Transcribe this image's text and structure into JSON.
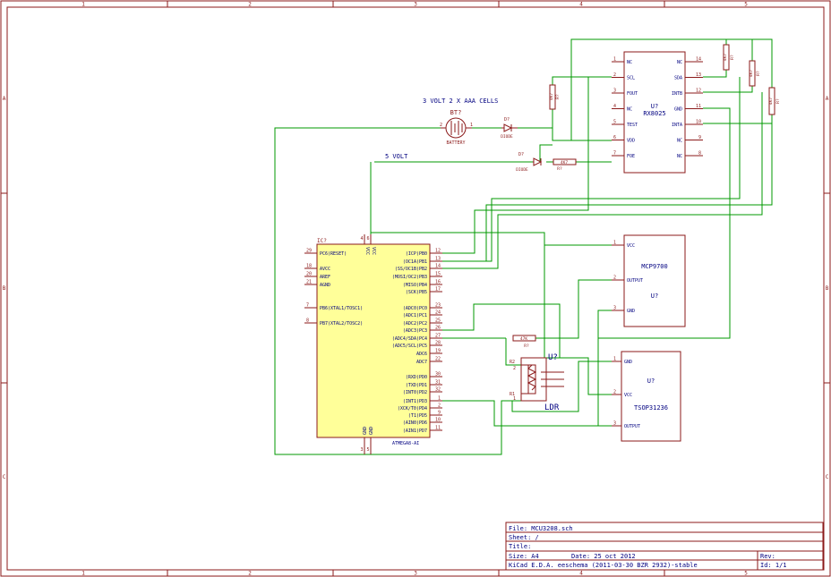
{
  "frame": {
    "columns": [
      "1",
      "2",
      "3",
      "4",
      "5"
    ],
    "rows": [
      "A",
      "B",
      "C"
    ]
  },
  "colors": {
    "frame": "#8b1a1a",
    "wire": "#009900",
    "text": "#000080",
    "ic_fill": "#ffff99"
  },
  "labels": {
    "battery_note": "3 VOLT 2 X AAA CELLS",
    "five_volt": "5 VOLT"
  },
  "battery": {
    "ref": "BT?",
    "value": "BATTERY",
    "pin1": "1",
    "pin2": "2"
  },
  "diode1": {
    "ref": "D?",
    "value": "DIODE"
  },
  "diode2": {
    "ref": "D?",
    "value": "DIODE"
  },
  "resistors": {
    "r_top1": {
      "ref": "R?",
      "value": "4K7"
    },
    "r_top2": {
      "ref": "R?",
      "value": "4K7"
    },
    "r_top3": {
      "ref": "R?",
      "value": "4K7"
    },
    "r_top4": {
      "ref": "R?",
      "value": "4K7"
    },
    "r_mid": {
      "ref": "R?",
      "value": "4K7"
    },
    "r_ldr": {
      "ref": "R?",
      "value": "47K"
    }
  },
  "rtc": {
    "ref": "U?",
    "value": "RX8025",
    "left_pins": [
      {
        "n": "1",
        "name": "NC"
      },
      {
        "n": "2",
        "name": "SCL"
      },
      {
        "n": "3",
        "name": "FOUT"
      },
      {
        "n": "4",
        "name": "NC"
      },
      {
        "n": "5",
        "name": "TEST"
      },
      {
        "n": "6",
        "name": "VDD"
      },
      {
        "n": "7",
        "name": "FOE"
      }
    ],
    "right_pins": [
      {
        "n": "14",
        "name": "NC"
      },
      {
        "n": "13",
        "name": "SDA"
      },
      {
        "n": "12",
        "name": "INTB"
      },
      {
        "n": "11",
        "name": "GND"
      },
      {
        "n": "10",
        "name": "INTA"
      },
      {
        "n": "9",
        "name": "NC"
      },
      {
        "n": "8",
        "name": "NC"
      }
    ]
  },
  "temp": {
    "ref": "U?",
    "value": "MCP9700",
    "pins": [
      {
        "n": "1",
        "name": "VCC"
      },
      {
        "n": "2",
        "name": "OUTPUT"
      },
      {
        "n": "3",
        "name": "GND"
      }
    ]
  },
  "ir": {
    "ref": "U?",
    "value": "TSOP31236",
    "pins": [
      {
        "n": "1",
        "name": "GND"
      },
      {
        "n": "2",
        "name": "VCC"
      },
      {
        "n": "3",
        "name": "OUTPUT"
      }
    ]
  },
  "ldr": {
    "ref": "U?",
    "value": "LDR",
    "p1": "1",
    "p2": "2",
    "r1": "R1",
    "r2": "R2"
  },
  "mcu": {
    "ref": "IC?",
    "value": "ATMEGA8-AI",
    "vcc_pins": [
      {
        "n": "4",
        "name": "VCC"
      },
      {
        "n": "6",
        "name": "VCC"
      }
    ],
    "gnd_pins": [
      {
        "n": "3",
        "name": "GND"
      },
      {
        "n": "5",
        "name": "GND"
      }
    ],
    "left_pins": [
      {
        "n": "29",
        "name": "PC6(RESET)"
      },
      {
        "n": "18",
        "name": "AVCC"
      },
      {
        "n": "20",
        "name": "AREF"
      },
      {
        "n": "21",
        "name": "AGND"
      },
      {
        "n": "7",
        "name": "PB6(XTAL1/TOSC1)"
      },
      {
        "n": "8",
        "name": "PB7(XTAL2/TOSC2)"
      }
    ],
    "right_pins": [
      {
        "n": "12",
        "name": "(ICP)PB0"
      },
      {
        "n": "13",
        "name": "(OC1A)PB1"
      },
      {
        "n": "14",
        "name": "(SS/OC1B)PB2"
      },
      {
        "n": "15",
        "name": "(MOSI/OC2)PB3"
      },
      {
        "n": "16",
        "name": "(MISO)PB4"
      },
      {
        "n": "17",
        "name": "(SCK)PB5"
      },
      {
        "n": "23",
        "name": "(ADC0)PC0"
      },
      {
        "n": "24",
        "name": "(ADC1)PC1"
      },
      {
        "n": "25",
        "name": "(ADC2)PC2"
      },
      {
        "n": "26",
        "name": "(ADC3)PC3"
      },
      {
        "n": "27",
        "name": "(ADC4/SDA)PC4"
      },
      {
        "n": "28",
        "name": "(ADC5/SCL)PC5"
      },
      {
        "n": "19",
        "name": "ADC6"
      },
      {
        "n": "22",
        "name": "ADC7"
      },
      {
        "n": "30",
        "name": "(RXD)PD0"
      },
      {
        "n": "31",
        "name": "(TXD)PD1"
      },
      {
        "n": "32",
        "name": "(INT0)PD2"
      },
      {
        "n": "1",
        "name": "(INT1)PD3"
      },
      {
        "n": "2",
        "name": "(XCK/T0)PD4"
      },
      {
        "n": "9",
        "name": "(T1)PD5"
      },
      {
        "n": "10",
        "name": "(AIN0)PD6"
      },
      {
        "n": "11",
        "name": "(AIN1)PD7"
      }
    ]
  },
  "title_block": {
    "file": "File: MCU3208.sch",
    "sheet": "Sheet: /",
    "title": "Title:",
    "size": "Size: A4",
    "date": "Date: 25 oct 2012",
    "rev": "Rev:",
    "program": "KiCad E.D.A.  eeschema (2011-03-30 BZR 2932)-stable",
    "id": "Id: 1/1"
  }
}
